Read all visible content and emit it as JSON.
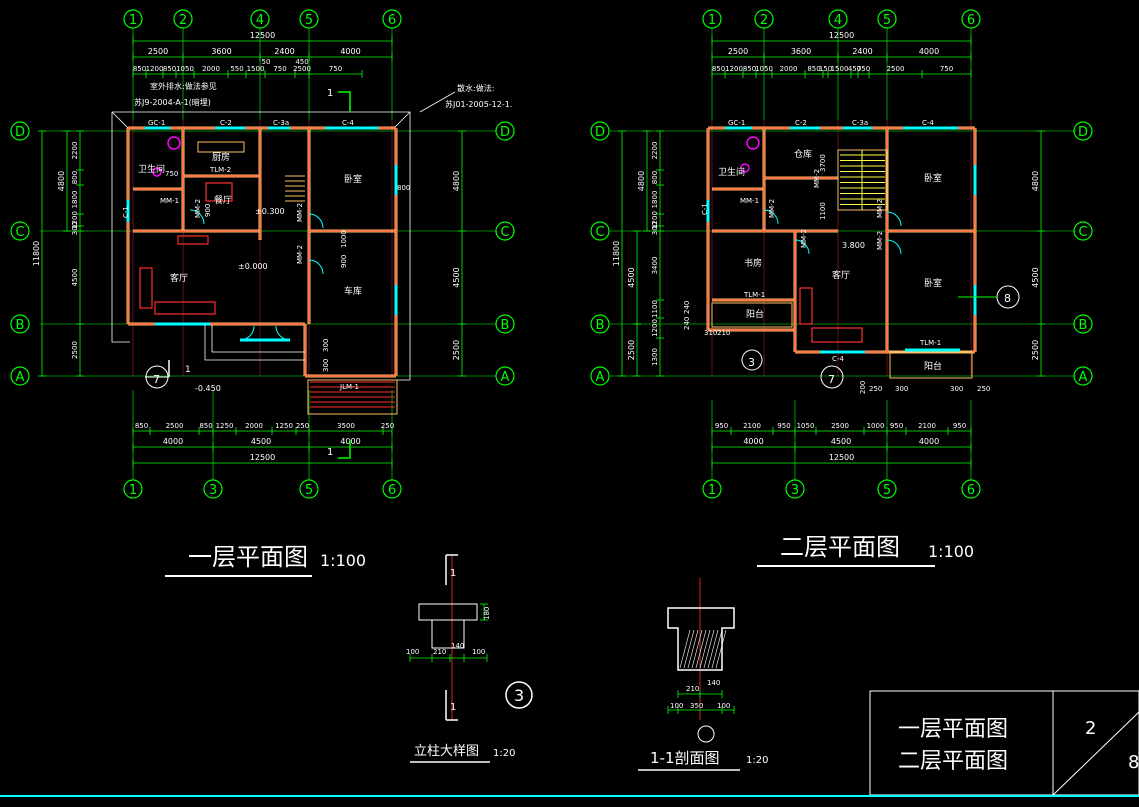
{
  "colors": {
    "background": "#000000",
    "axis": "#00ff00",
    "grid": "#ff3030",
    "wall": "#ffbf66",
    "wall_fill": "#ff3030",
    "window": "#00ffff",
    "text": "#ffffff",
    "fixture": "#ff00ff"
  },
  "plan1": {
    "top_axes": [
      "1",
      "2",
      "4",
      "5",
      "6"
    ],
    "bottom_axes": [
      "1",
      "3",
      "5",
      "6"
    ],
    "left_axes": [
      "D",
      "C",
      "B",
      "A"
    ],
    "right_axes": [
      "D",
      "C",
      "B",
      "A"
    ],
    "dim_total_top": "12500",
    "dim_top_1": [
      "2500",
      "3600",
      "2400",
      "4000"
    ],
    "dim_top_2": [
      "850",
      "1200",
      "850",
      "1050",
      "2000",
      "550",
      "1500",
      "750",
      "2500",
      "750"
    ],
    "dim_top_small": [
      "50",
      "450"
    ],
    "dim_left": [
      "2200",
      "800",
      "1800",
      "1200",
      "300",
      "4500",
      "2500"
    ],
    "dim_left_total_1": "4800",
    "dim_left_total_2": "11800",
    "dim_right": [
      "4800",
      "4500",
      "2500"
    ],
    "dim_bot_1": [
      "850",
      "2500",
      "850",
      "1250",
      "2000",
      "1250",
      "250",
      "3500",
      "250"
    ],
    "dim_bot_2": [
      "4000",
      "4500",
      "4000"
    ],
    "dim_bot_total": "12500",
    "note_left": [
      "室外排水:做法参见",
      "苏J9-2004-A-1(暗埋)"
    ],
    "note_right": [
      "散水:做法:",
      "苏J01-2005-12-1."
    ],
    "rooms": [
      "卫生间",
      "厨房",
      "餐厅",
      "客厅",
      "卧室",
      "车库"
    ],
    "windows": [
      "GC-1",
      "C-2",
      "C-3a",
      "C-4",
      "C-1"
    ],
    "doors": [
      "TLM-2",
      "MM-1",
      "MM-2",
      "MM-2",
      "MM-2",
      "JLM-1"
    ],
    "levels": [
      "±0.300",
      "±0.000",
      "-0.450"
    ],
    "inner_dims": [
      "750",
      "900",
      "1000",
      "900",
      "800",
      "300",
      "300"
    ],
    "section_marks": [
      "1",
      "1"
    ],
    "detail_circle": "7",
    "detail_under": "1",
    "title": "一层平面图",
    "scale": "1:100"
  },
  "plan2": {
    "top_axes": [
      "1",
      "2",
      "4",
      "5",
      "6"
    ],
    "bottom_axes": [
      "1",
      "3",
      "5",
      "6"
    ],
    "left_axes": [
      "D",
      "C",
      "B",
      "A"
    ],
    "right_axes": [
      "D",
      "C",
      "B",
      "A"
    ],
    "dim_total_top": "12500",
    "dim_top_1": [
      "2500",
      "3600",
      "2400",
      "4000"
    ],
    "dim_top_2": [
      "850",
      "1200",
      "850",
      "1050",
      "2000",
      "850",
      "150",
      "1500",
      "450",
      "750",
      "2500",
      "750"
    ],
    "dim_left": [
      "2200",
      "800",
      "1800",
      "1200",
      "300",
      "3400",
      "1100",
      "1200",
      "1300"
    ],
    "dim_left_total_1": "4800",
    "dim_left_total_2": "11800",
    "dim_left_total_3": "4500",
    "dim_left_total_4": "2500",
    "dim_right": [
      "4800",
      "4500",
      "2500"
    ],
    "dim_bot_1": [
      "950",
      "2100",
      "950",
      "1050",
      "2500",
      "1000",
      "950",
      "2100",
      "950"
    ],
    "dim_bot_2": [
      "4000",
      "4500",
      "4000"
    ],
    "dim_bot_total": "12500",
    "rooms": [
      "卫生间",
      "仓库",
      "卧室",
      "书房",
      "客厅",
      "卧室",
      "阳台",
      "阳台"
    ],
    "windows": [
      "GC-1",
      "C-2",
      "C-3a",
      "C-4",
      "C-1",
      "C-4"
    ],
    "doors": [
      "MM-2",
      "MM-1",
      "MM-2",
      "MM-2",
      "MM-2",
      "MM-2",
      "TLM-1",
      "TLM-1"
    ],
    "levels": [
      "3.800"
    ],
    "inner_dims": [
      "3700",
      "1100",
      "240",
      "310",
      "240",
      "210",
      "200",
      "250",
      "300",
      "300",
      "250"
    ],
    "detail_circles": [
      "3",
      "7",
      "8"
    ],
    "title": "二层平面图",
    "scale": "1:100"
  },
  "detail_column": {
    "dims": [
      "100",
      "210",
      "140",
      "100"
    ],
    "top_dim": "180",
    "section_mark": "1",
    "circle": "3",
    "title": "立柱大样图",
    "scale": "1:20"
  },
  "detail_section": {
    "dims": [
      "210",
      "140",
      "100",
      "350",
      "100"
    ],
    "title": "1-1剖面图",
    "scale": "1:20"
  },
  "title_block": {
    "line1": "一层平面图",
    "line2": "二层平面图",
    "sheet_no": "2",
    "sheet_total": "8"
  }
}
